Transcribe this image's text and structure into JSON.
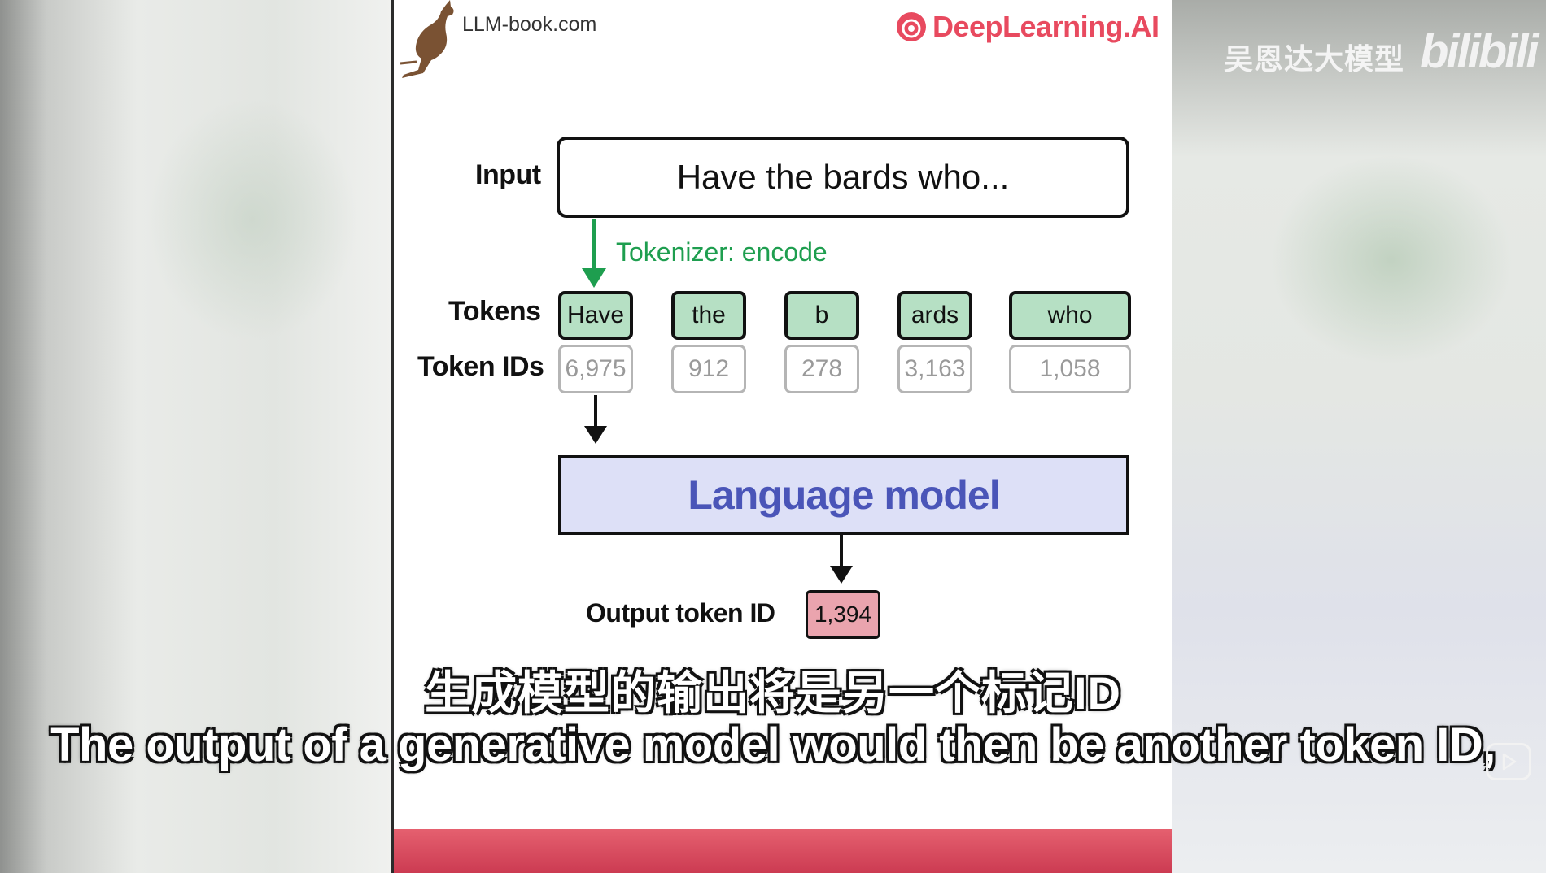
{
  "header": {
    "site_label": "LLM-book.com",
    "brand_label": "DeepLearning.AI"
  },
  "watermark": {
    "channel": "吴恩达大模型",
    "platform_logo": "bilibili"
  },
  "diagram": {
    "input_label": "Input",
    "input_text": "Have the bards who...",
    "tokenizer_label": "Tokenizer: encode",
    "tokens_label": "Tokens",
    "token_ids_label": "Token IDs",
    "tokens": [
      "Have",
      "the",
      "b",
      "ards",
      "who"
    ],
    "token_ids": [
      "6,975",
      "912",
      "278",
      "3,163",
      "1,058"
    ],
    "model_label": "Language model",
    "output_label": "Output token ID",
    "output_id": "1,394",
    "colors": {
      "token_fill": "#b6e0c4",
      "model_fill": "#dde0f7",
      "model_text": "#4a55b8",
      "output_fill": "#eaa4ae",
      "encode_arrow": "#1e9e4f",
      "brand": "#e84a5f"
    }
  },
  "subtitles": {
    "chinese": "生成模型的输出将是另一个标记ID",
    "english": "The output of a generative model would then be another token ID,"
  },
  "icons": [
    "kangaroo-logo",
    "deeplearning-logo-icon",
    "play-icon"
  ]
}
